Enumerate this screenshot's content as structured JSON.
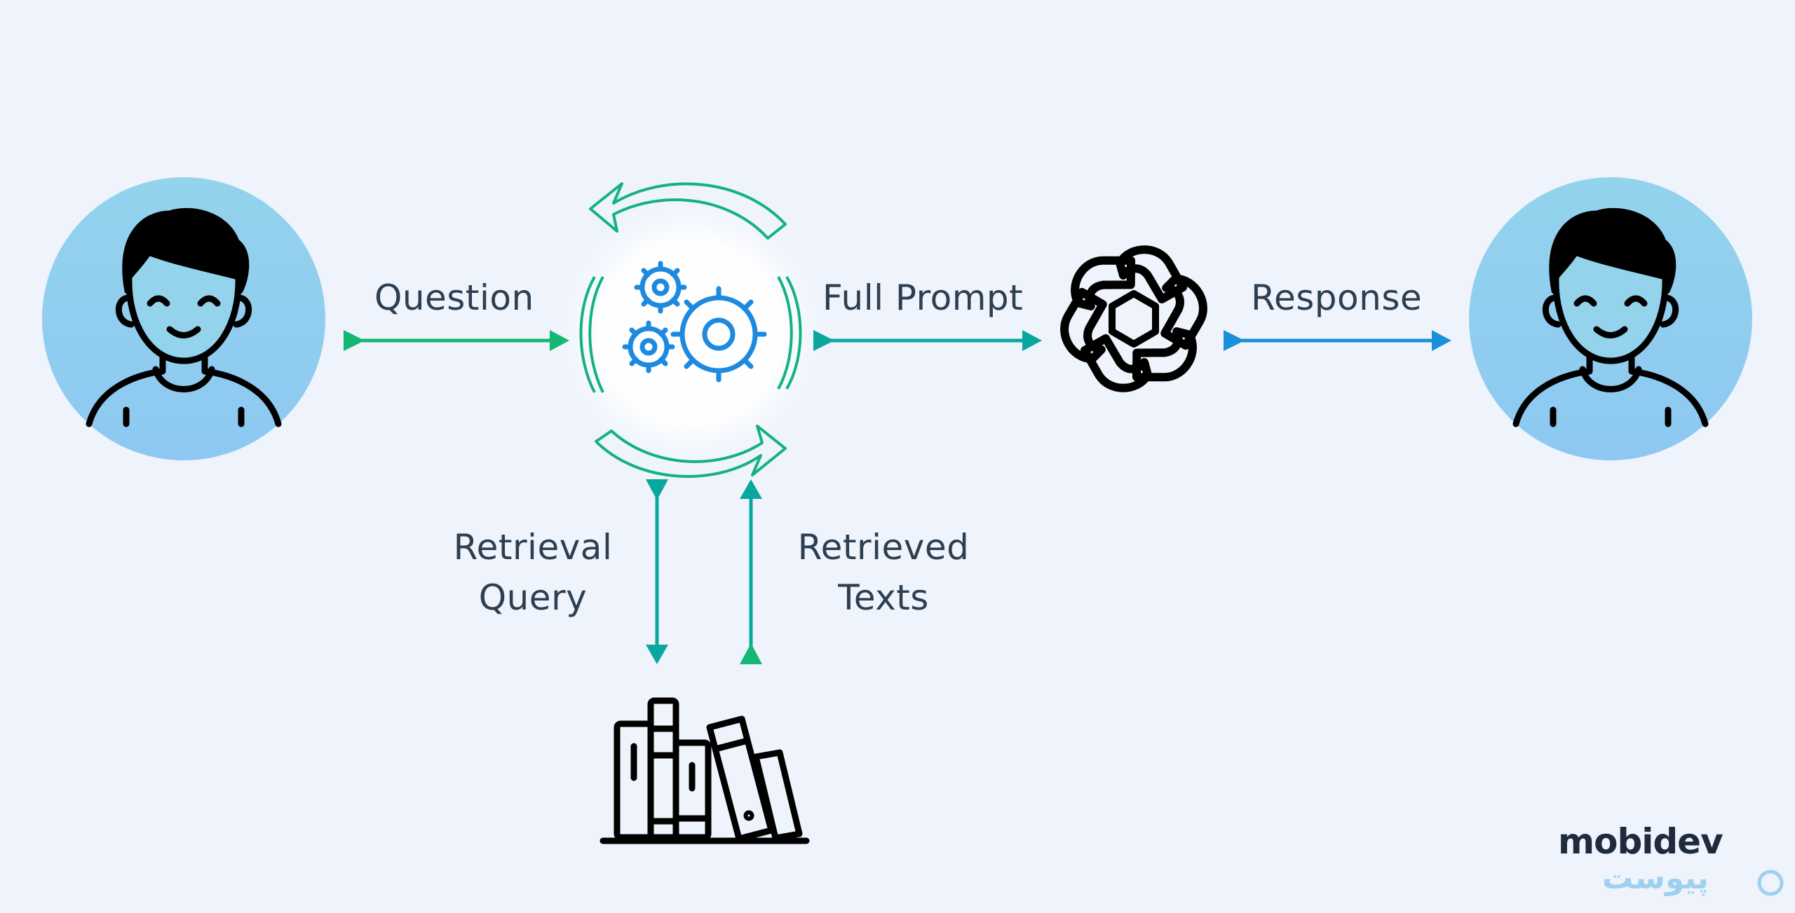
{
  "labels": {
    "question": "Question",
    "full_prompt": "Full Prompt",
    "response": "Response",
    "retrieval_query_line1": "Retrieval",
    "retrieval_query_line2": "Query",
    "retrieved_texts_line1": "Retrieved",
    "retrieved_texts_line2": "Texts"
  },
  "icons": {
    "user_left": "user-avatar-icon",
    "processor": "gears-cycle-icon",
    "llm": "openai-logo-icon",
    "user_right": "user-avatar-icon",
    "knowledge_base": "books-icon"
  },
  "branding": {
    "logo_text": "mobidev",
    "watermark_text": "پیوست"
  },
  "colors": {
    "background": "#eef3fc",
    "avatar_fill_top": "#93d3ec",
    "avatar_fill_bottom": "#8ec8f2",
    "green": "#12b874",
    "teal": "#0aa79f",
    "blue": "#1891d8",
    "gear_blue": "#1d8ae0",
    "text": "#2c3e50"
  }
}
